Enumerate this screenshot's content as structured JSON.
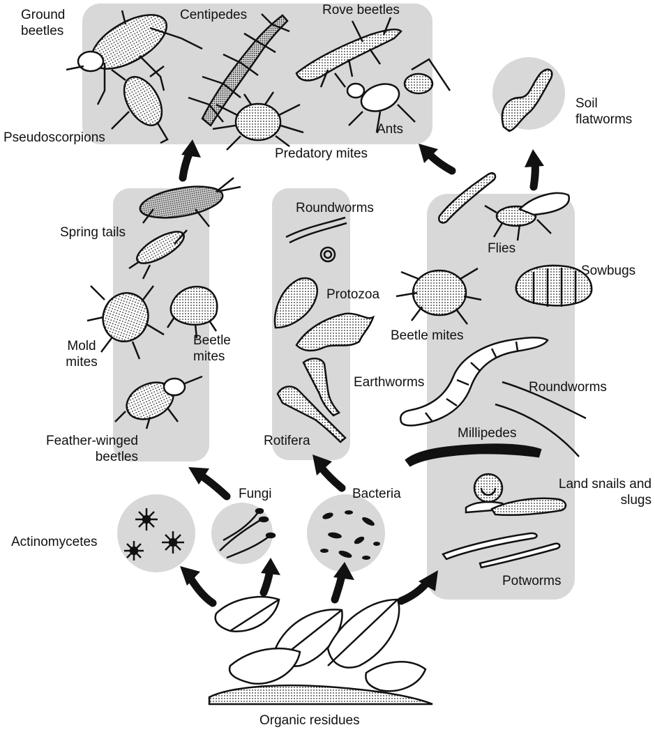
{
  "diagram": {
    "sections": {
      "predators": [
        "Ground beetles",
        "Centipedes",
        "Rove beetles",
        "Pseudoscorpions",
        "Predatory mites",
        "Ants"
      ],
      "fungal_feeders": [
        "Spring tails",
        "Mold mites",
        "Beetle mites",
        "Feather-winged beetles"
      ],
      "microbial_feeders": [
        "Roundworms",
        "Protozoa",
        "Rotifera"
      ],
      "shredders": [
        "Flies",
        "Sowbugs",
        "Beetle mites",
        "Earthworms",
        "Roundworms",
        "Millipedes",
        "Land snails and slugs",
        "Potworms"
      ],
      "microbes": [
        "Actinomycetes",
        "Fungi",
        "Bacteria"
      ],
      "other": [
        "Soil flatworms"
      ],
      "base": "Organic residues"
    },
    "labels": {
      "ground_beetles": "Ground beetles",
      "centipedes": "Centipedes",
      "rove_beetles": "Rove beetles",
      "pseudoscorpions": "Pseudoscorpions",
      "predatory_mites": "Predatory mites",
      "ants": "Ants",
      "soil_flatworms": "Soil flatworms",
      "spring_tails": "Spring tails",
      "mold_mites": "Mold mites",
      "beetle_mites_left": "Beetle mites",
      "feather_winged_beetles": "Feather-winged beetles",
      "roundworms_mid": "Roundworms",
      "protozoa": "Protozoa",
      "rotifera": "Rotifera",
      "flies": "Flies",
      "sowbugs": "Sowbugs",
      "beetle_mites_right": "Beetle mites",
      "earthworms": "Earthworms",
      "roundworms_right": "Roundworms",
      "millipedes": "Millipedes",
      "land_snails_slugs": "Land snails and slugs",
      "potworms": "Potworms",
      "actinomycetes": "Actinomycetes",
      "fungi": "Fungi",
      "bacteria": "Bacteria",
      "organic_residues": "Organic residues"
    },
    "colors": {
      "panel": "#d8d8d8",
      "ink": "#111111",
      "background": "#ffffff"
    }
  }
}
